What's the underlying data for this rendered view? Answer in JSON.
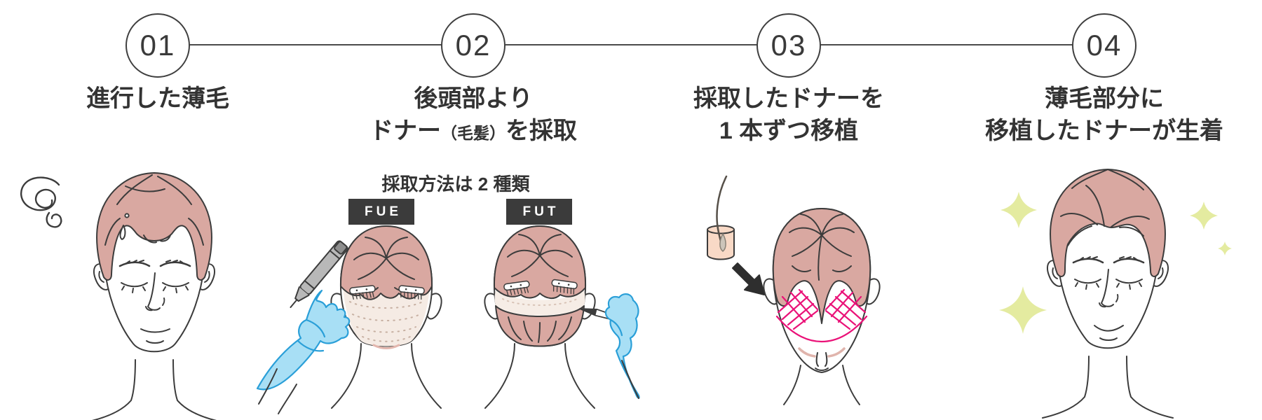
{
  "steps": [
    {
      "number": "01",
      "line1": "進行した薄毛"
    },
    {
      "number": "02",
      "line1": "後頭部より",
      "line2": {
        "main": "ドナー",
        "small": "（毛髪）",
        "tail": "を採取"
      },
      "methods_heading": "採取方法は 2 種類",
      "methods": [
        {
          "label": "FUE"
        },
        {
          "label": "FUT"
        }
      ]
    },
    {
      "number": "03",
      "line1": "採取したドナーを",
      "line2": "1 本ずつ移植"
    },
    {
      "number": "04",
      "line1": "薄毛部分に",
      "line2": "移植したドナーが生着"
    }
  ],
  "icons": {
    "worry_scribble": "scribble-coil",
    "transfer_arrow": "arrow-down-right",
    "shine": "four-point-sparkle",
    "donor": "hair-follicle-in-tube"
  },
  "colors": {
    "ink": "#3c3c3c",
    "connector_line": "#4a4a4a",
    "hair_pink": "#d9a8a1",
    "shaved_skin": "#f5ebe4",
    "glove_blue": "#a8dff5",
    "glove_outline": "#2a9fd8",
    "badge_bg": "#3b3b3b",
    "badge_text": "#ffffff",
    "graft_grid_pink": "#ea1278",
    "sparkle_yellow": "#e4eba0",
    "follicle_tube": "#f8d9c6",
    "arrow_dark": "#2e2e2e"
  }
}
